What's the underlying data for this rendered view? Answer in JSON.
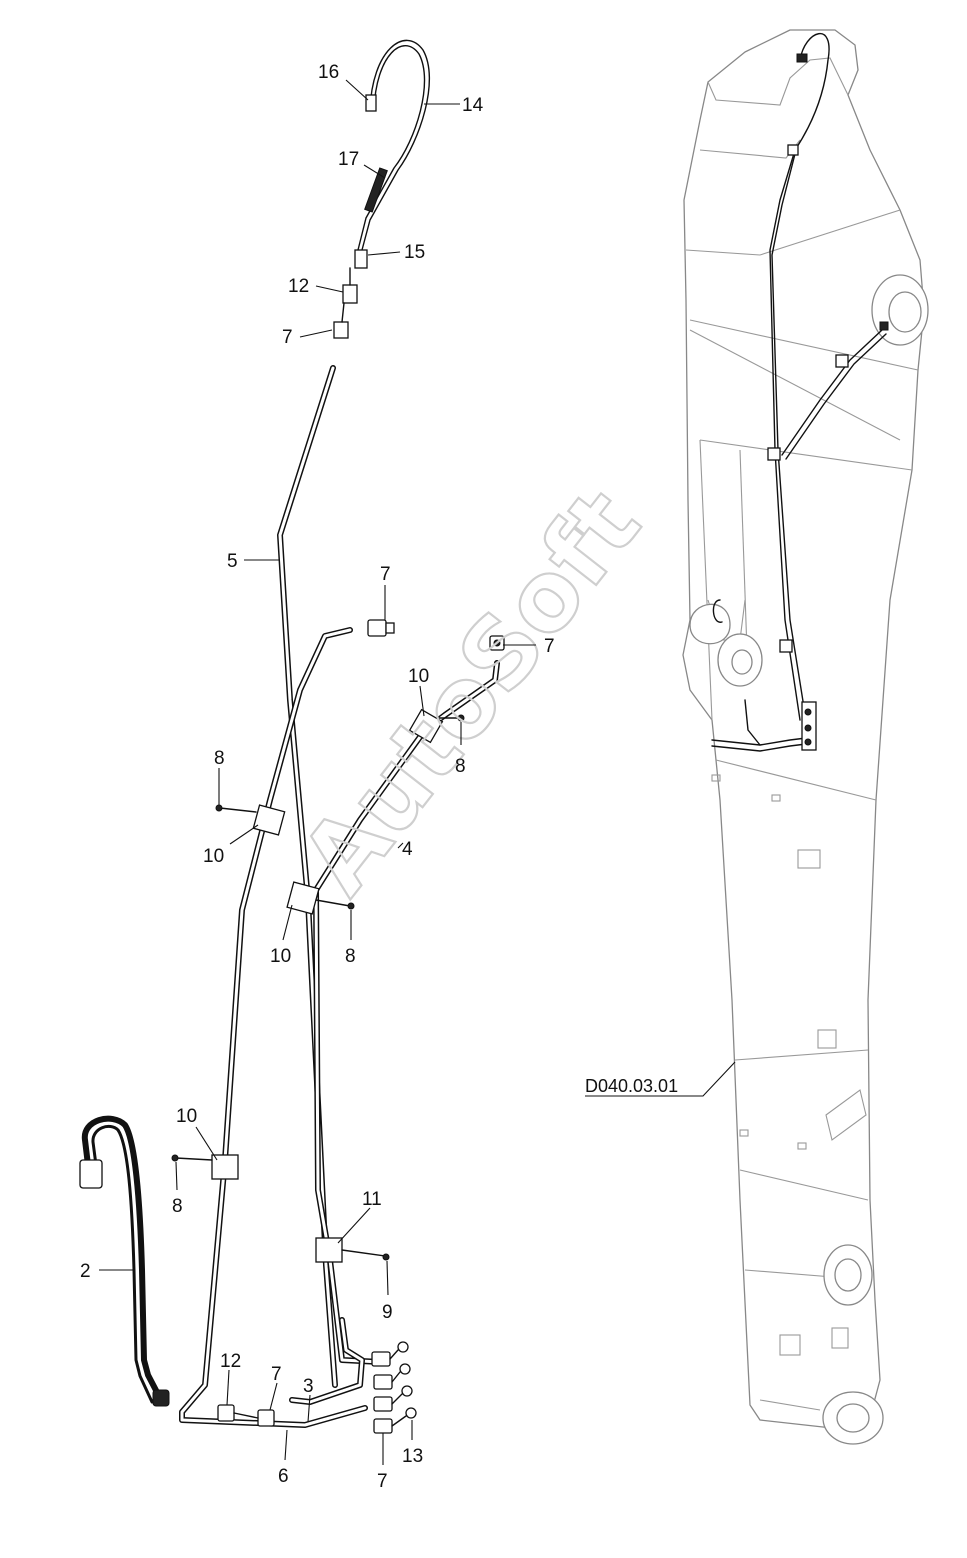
{
  "diagram": {
    "watermark": "AutoSoft",
    "reference_label": "D040.03.01",
    "callouts": [
      {
        "id": "c16",
        "text": "16"
      },
      {
        "id": "c14",
        "text": "14"
      },
      {
        "id": "c17",
        "text": "17"
      },
      {
        "id": "c15",
        "text": "15"
      },
      {
        "id": "c12a",
        "text": "12"
      },
      {
        "id": "c7a",
        "text": "7"
      },
      {
        "id": "c5",
        "text": "5"
      },
      {
        "id": "c7b",
        "text": "7"
      },
      {
        "id": "c7c",
        "text": "7"
      },
      {
        "id": "c10a",
        "text": "10"
      },
      {
        "id": "c8a",
        "text": "8"
      },
      {
        "id": "c8b",
        "text": "8"
      },
      {
        "id": "c10b",
        "text": "10"
      },
      {
        "id": "c4",
        "text": "4"
      },
      {
        "id": "c10c",
        "text": "10"
      },
      {
        "id": "c8c",
        "text": "8"
      },
      {
        "id": "c10d",
        "text": "10"
      },
      {
        "id": "c8d",
        "text": "8"
      },
      {
        "id": "c11",
        "text": "11"
      },
      {
        "id": "c2",
        "text": "2"
      },
      {
        "id": "c9",
        "text": "9"
      },
      {
        "id": "c12b",
        "text": "12"
      },
      {
        "id": "c7d",
        "text": "7"
      },
      {
        "id": "c3",
        "text": "3"
      },
      {
        "id": "c6",
        "text": "6"
      },
      {
        "id": "c7e",
        "text": "7"
      },
      {
        "id": "c13",
        "text": "13"
      }
    ]
  }
}
